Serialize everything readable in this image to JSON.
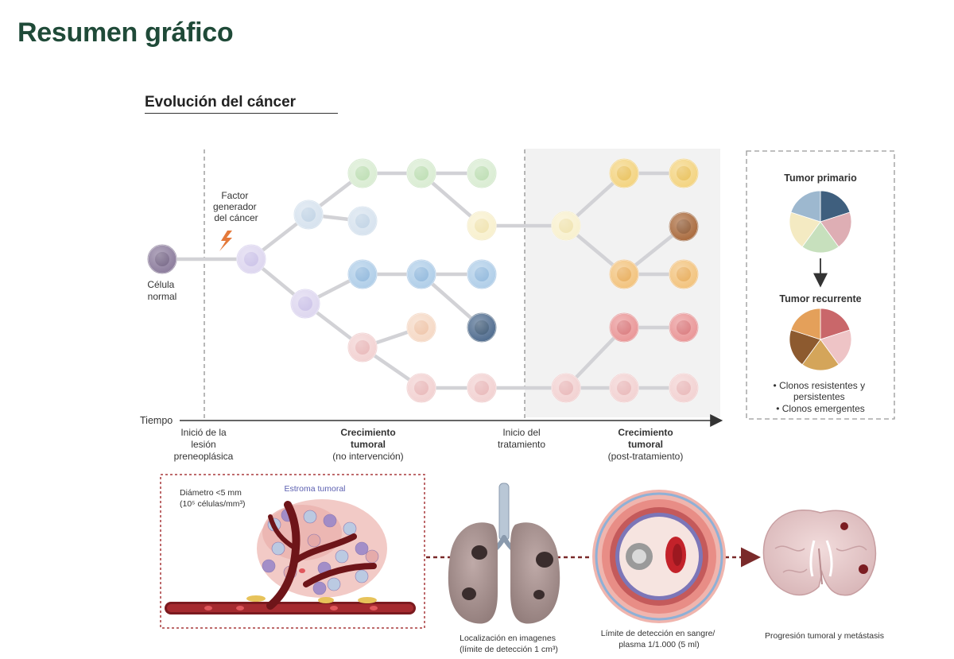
{
  "page": {
    "title": "Resumen gráfico"
  },
  "diagram": {
    "section_title": "Evolución del cáncer",
    "normal_cell_label": [
      "Célula",
      "normal"
    ],
    "factor_label": [
      "Factor",
      "generador",
      "del cáncer"
    ],
    "time_label": "Tiempo",
    "stage_labels": [
      {
        "lines": [
          "Inició de la",
          "lesión",
          "preneoplásica"
        ],
        "bold_lines": 0
      },
      {
        "lines": [
          "Crecimiento",
          "tumoral",
          "(no intervención)"
        ],
        "bold_lines": 2
      },
      {
        "lines": [
          "Inicio del",
          "tratamiento"
        ],
        "bold_lines": 0
      },
      {
        "lines": [
          "Crecimiento",
          "tumoral",
          "(post-tratamiento)"
        ],
        "bold_lines": 2
      }
    ],
    "legend": {
      "primary_title": "Tumor primario",
      "recurrent_title": "Tumor recurrente",
      "notes": [
        "• Clonos resistentes y",
        "persistentes",
        "• Clonos emergentes"
      ],
      "primary_colors": [
        "#3f5f7e",
        "#deaeb4",
        "#c7e0bd",
        "#f4eac2",
        "#9db8cf"
      ],
      "recurrent_colors": [
        "#c9676a",
        "#eec4c6",
        "#d4a55a",
        "#8d5a2f",
        "#e4a05a"
      ]
    },
    "bottom": {
      "tumor_size": "Diámetro <5 mm",
      "tumor_density": "(10⁵ células/mm³)",
      "stroma_label": "Estroma tumoral",
      "imaging_caption": [
        "Localización en imagenes",
        "(límite de detección 1 cm³)"
      ],
      "blood_caption": [
        "Límite de detección en sangre/",
        "plasma 1/1.000 (5 ml)"
      ],
      "metastasis_caption": "Progresión tumoral y metástasis"
    }
  }
}
